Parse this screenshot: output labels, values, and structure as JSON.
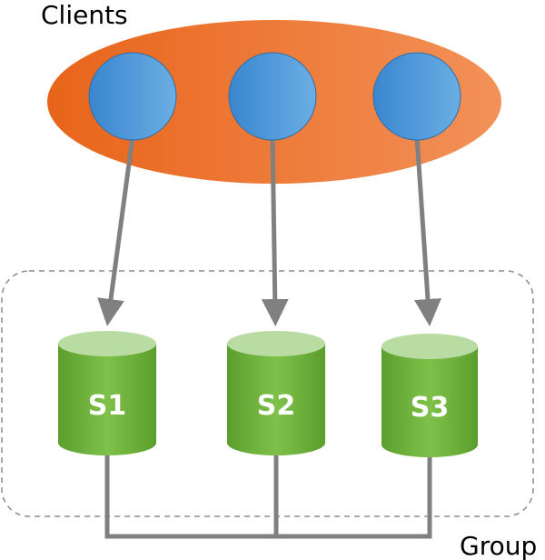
{
  "labels": {
    "clients": "Clients",
    "group": "Group"
  },
  "clients": [
    {
      "id": "client-1"
    },
    {
      "id": "client-2"
    },
    {
      "id": "client-3"
    }
  ],
  "servers": [
    {
      "label": "S1"
    },
    {
      "label": "S2"
    },
    {
      "label": "S3"
    }
  ],
  "colors": {
    "clients_ellipse_dark": "#e8641a",
    "clients_ellipse_light": "#f39158",
    "client_node_dark": "#3a86cf",
    "client_node_light": "#6aaee3",
    "client_node_stroke": "#2f6ea8",
    "server_body_dark": "#5c9e2c",
    "server_body_light": "#7ec14a",
    "server_top": "#b9dca2",
    "connector": "#808080",
    "group_border": "#8c8c8c"
  }
}
